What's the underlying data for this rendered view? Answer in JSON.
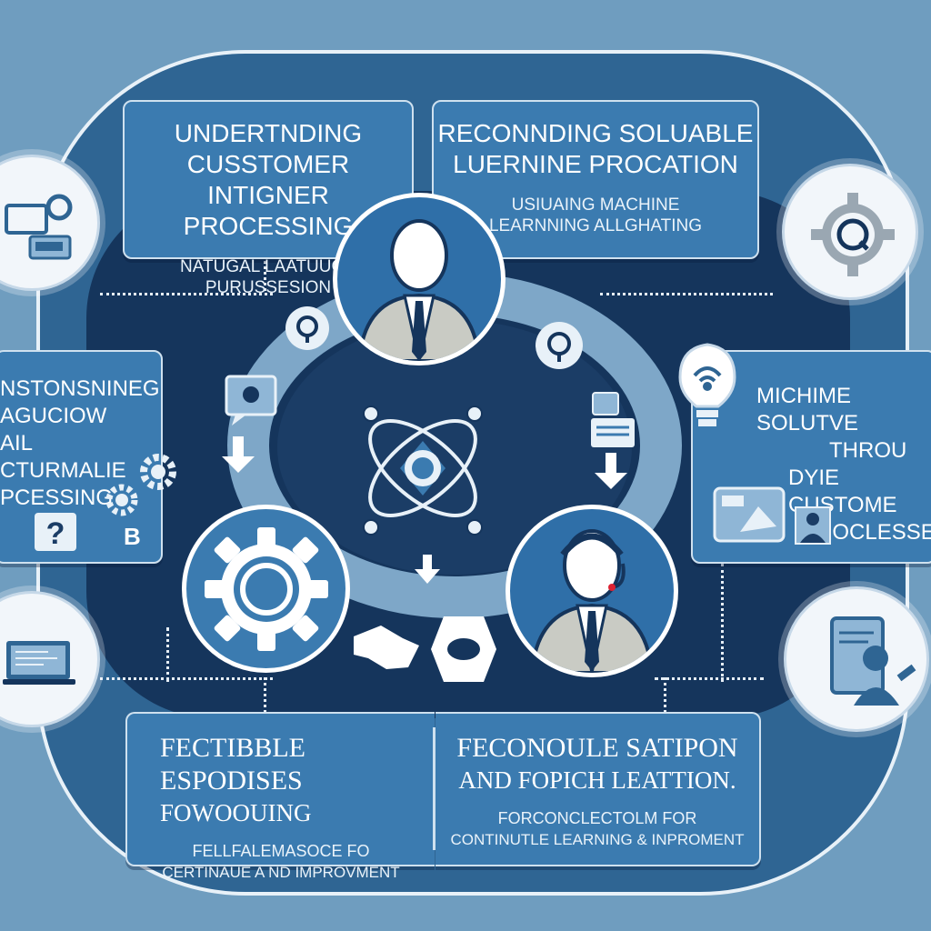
{
  "panels": {
    "top_left": {
      "heading_line1": "UNDERTNDING CUSSTOMER",
      "heading_line2": "INTIGNER PROCESSING",
      "sub_line1": "NATUGAL LAATUUGE",
      "sub_line2": "PURUSSESION"
    },
    "top_right": {
      "heading_line1": "RECONNDING SOLUABLE",
      "heading_line2": "LUERNINE PROCATION",
      "sub_line1": "USIUAING MACHINE",
      "sub_line2": "LEARNNING ALLGHATING"
    },
    "mid_left": {
      "line1": "NSTONSNINEG",
      "line2": "AGUCIOW",
      "line3": "AIL CTURMALIE",
      "line4": "PCESSING",
      "letter": "B"
    },
    "mid_right": {
      "line1": "MICHIME SOLUTVE",
      "line2": "THROU",
      "line3": "DYIE CUSTOME",
      "line4": "PROCLESSES"
    },
    "bottom_left": {
      "heading_line1": "FECTIBBLE ESPODISES",
      "heading_line2": "FOWOOUING",
      "sub_line1": "FELLFALEMASOCE FO",
      "sub_line2": "CERTINAUE A ND IMPROVMENT"
    },
    "bottom_right": {
      "heading_line1": "FECONOULE SATIPON",
      "heading_line2": "AND FOPICH LEATTION.",
      "sub_line1": "FORCONCLECTOLM FOR",
      "sub_line2": "CONTINUTLE LEARNING & INPROMENT"
    }
  },
  "icons": [
    "computer-network-icon",
    "gear-refresh-icon",
    "laptop-icon",
    "tablet-user-icon",
    "businessman-avatar-icon",
    "headset-agent-avatar-icon",
    "big-gear-icon",
    "atom-network-icon",
    "handshake-icon",
    "puzzle-icon",
    "lightbulb-wifi-icon"
  ],
  "colors": {
    "background": "#6f9dbf",
    "frame": "#2f6593",
    "dark_core": "#15355c",
    "panel": "#3b7bb0",
    "ring": "#7ea7c8",
    "light": "#f2f6fa"
  }
}
